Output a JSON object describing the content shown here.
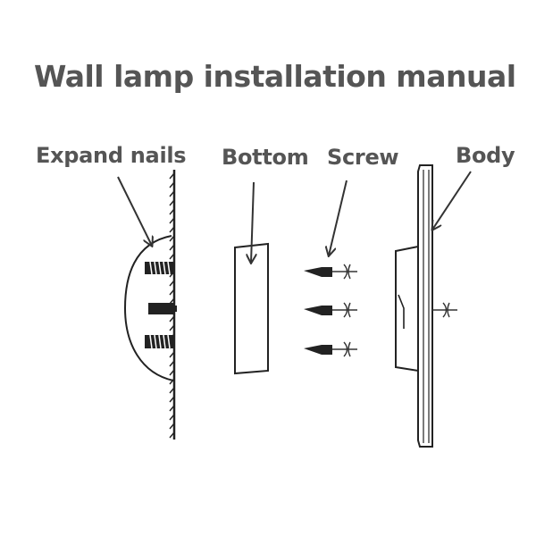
{
  "title": "Wall lamp installation manual",
  "labels": {
    "expand_nails": "Expand nails",
    "bottom": "Bottom",
    "screw": "Screw",
    "body": "Body"
  },
  "colors": {
    "text": "#555555",
    "line": "#333333",
    "fill": "#ffffff"
  }
}
